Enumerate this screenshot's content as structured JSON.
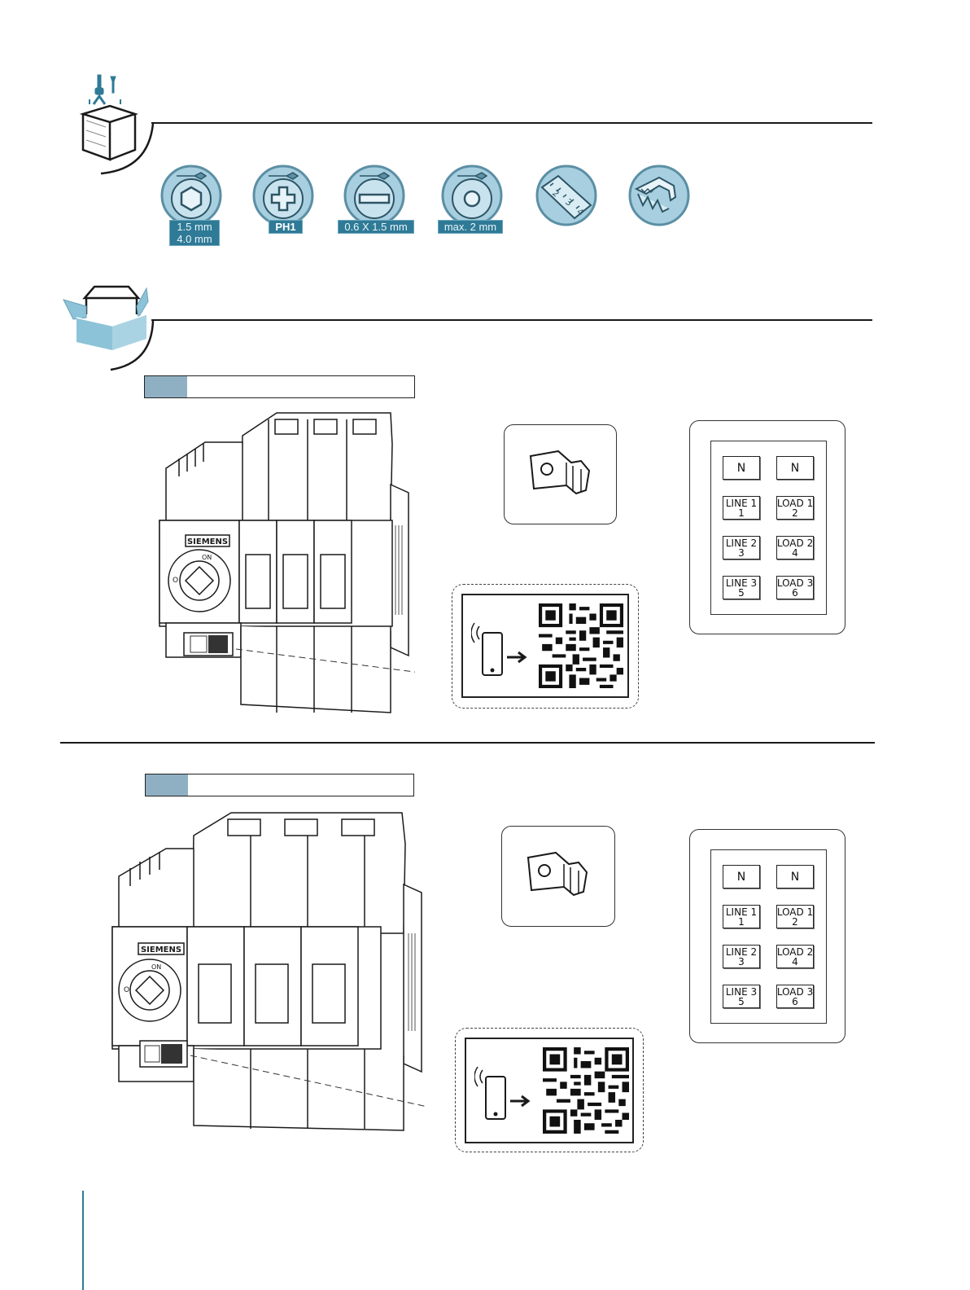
{
  "tools": [
    {
      "name": "hex-key",
      "label_lines": [
        "1.5 mm",
        "4.0 mm"
      ]
    },
    {
      "name": "phillips-screwdriver",
      "label_lines": [
        "PH1"
      ]
    },
    {
      "name": "flat-screwdriver",
      "label_lines": [
        "0.6 X 1.5 mm"
      ]
    },
    {
      "name": "round-tip",
      "label_lines": [
        "max. 2 mm"
      ]
    },
    {
      "name": "measuring-ruler",
      "label_lines": []
    },
    {
      "name": "wire-stripper",
      "label_lines": []
    }
  ],
  "ruler_marks": [
    "2",
    "3",
    "4"
  ],
  "switch_brand": "SIEMENS",
  "dial_labels": {
    "on": "ON",
    "off": "O"
  },
  "terminal_panels": [
    {
      "rows": [
        [
          {
            "l1": "N",
            "l2": ""
          },
          {
            "l1": "N",
            "l2": ""
          }
        ],
        [
          {
            "l1": "LINE 1",
            "l2": "1"
          },
          {
            "l1": "LOAD 1",
            "l2": "2"
          }
        ],
        [
          {
            "l1": "LINE 2",
            "l2": "3"
          },
          {
            "l1": "LOAD 2",
            "l2": "4"
          }
        ],
        [
          {
            "l1": "LINE 3",
            "l2": "5"
          },
          {
            "l1": "LOAD 3",
            "l2": "6"
          }
        ]
      ]
    },
    {
      "rows": [
        [
          {
            "l1": "N",
            "l2": ""
          },
          {
            "l1": "N",
            "l2": ""
          }
        ],
        [
          {
            "l1": "LINE 1",
            "l2": "1"
          },
          {
            "l1": "LOAD 1",
            "l2": "2"
          }
        ],
        [
          {
            "l1": "LINE 2",
            "l2": "3"
          },
          {
            "l1": "LOAD 2",
            "l2": "4"
          }
        ],
        [
          {
            "l1": "LINE 3",
            "l2": "5"
          },
          {
            "l1": "LOAD 3",
            "l2": "6"
          }
        ]
      ]
    }
  ],
  "colors": {
    "accent": "#2f7a96",
    "box_blue": "#8cc3d8",
    "tag_swatch": "#8fb0c3"
  }
}
